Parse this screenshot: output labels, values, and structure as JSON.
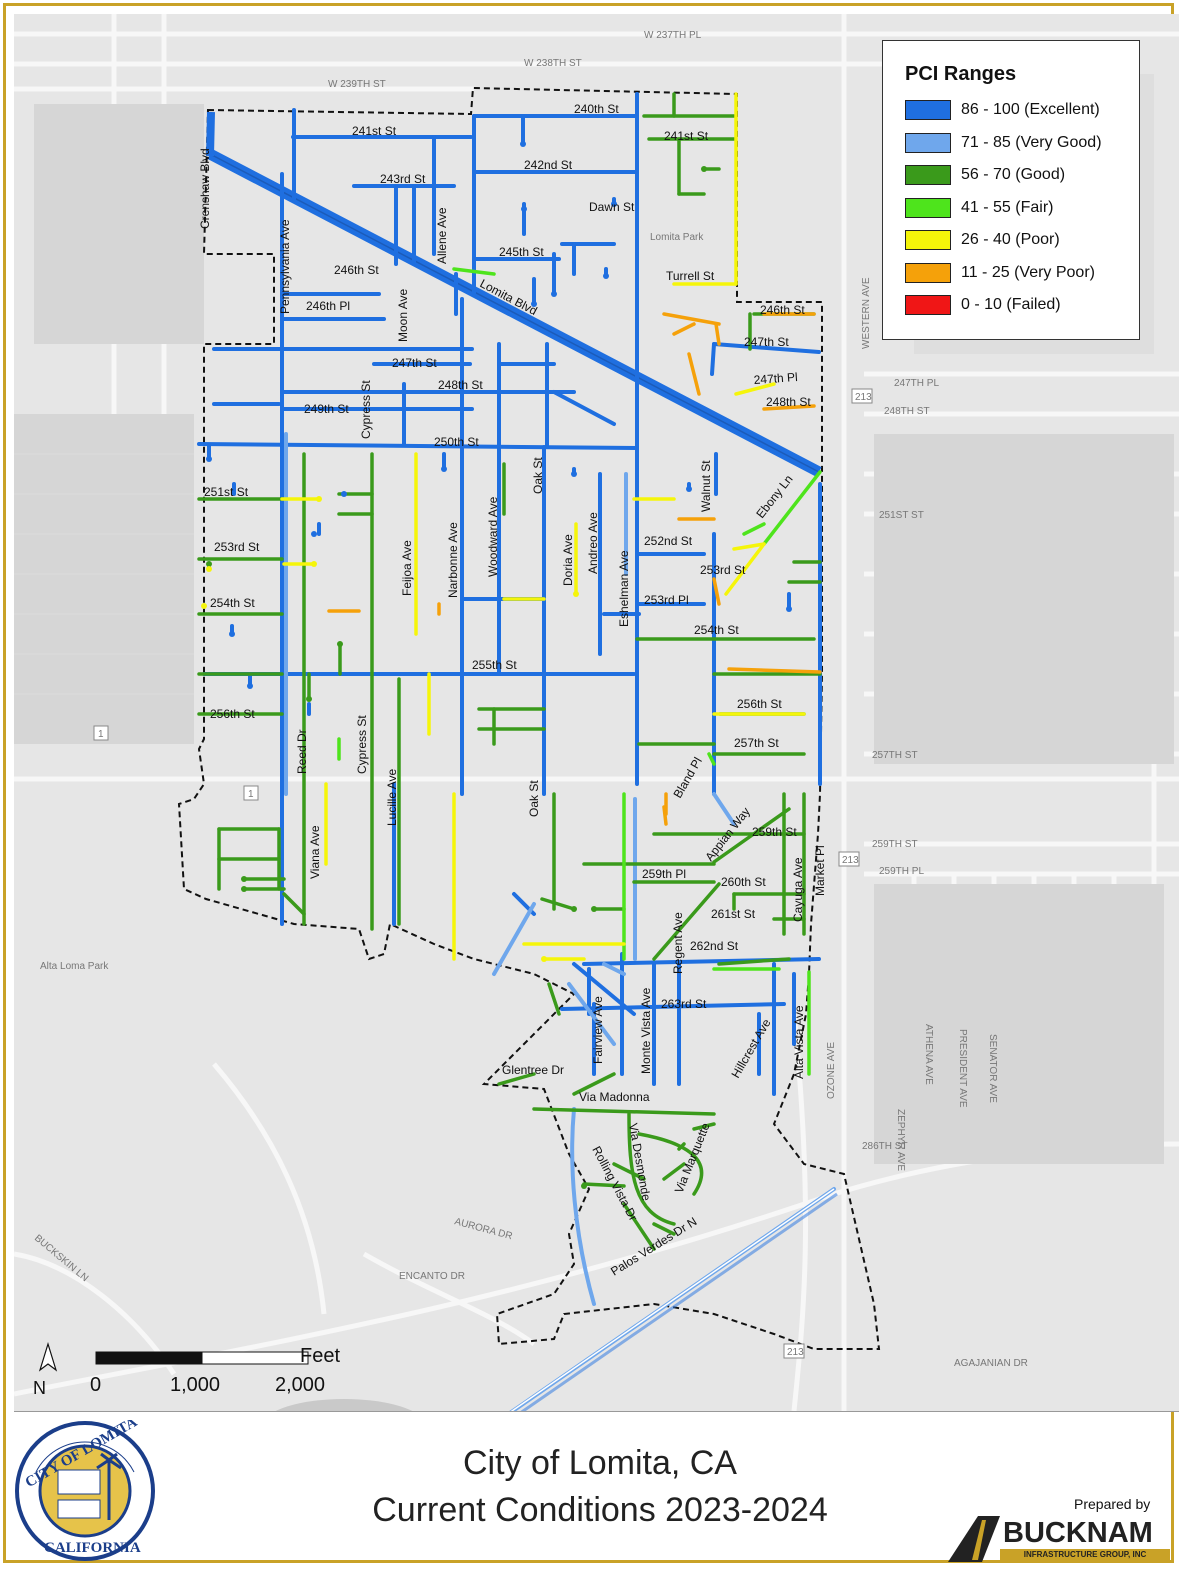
{
  "legend": {
    "title": "PCI Ranges",
    "items": [
      {
        "label": "86 - 100 (Excellent)",
        "color": "#1f6fe0"
      },
      {
        "label": "71 - 85 (Very Good)",
        "color": "#6fa7ec"
      },
      {
        "label": "56 - 70 (Good)",
        "color": "#3a9a1b"
      },
      {
        "label": "41 - 55 (Fair)",
        "color": "#4ee41c"
      },
      {
        "label": "26 - 40 (Poor)",
        "color": "#f5f50a"
      },
      {
        "label": "11 - 25 (Very Poor)",
        "color": "#f5a10a"
      },
      {
        "label": "0 - 10 (Failed)",
        "color": "#f01616"
      }
    ]
  },
  "scale": {
    "unit": "Feet",
    "ticks": [
      "0",
      "1,000",
      "2,000"
    ],
    "north": "N"
  },
  "footer": {
    "title_line1": "City of Lomita, CA",
    "title_line2": "Current Conditions 2023-2024",
    "prepared_by": "Prepared by",
    "company": "BUCKNAM",
    "company_sub": "INFRASTRUCTURE GROUP, INC",
    "seal_top": "CITY OF LOMITA",
    "seal_bottom": "CALIFORNIA"
  },
  "street_labels": {
    "s241": "241st St",
    "s240": "240th St",
    "s241e": "241st St",
    "s242": "242nd St",
    "s243": "243rd St",
    "dawn": "Dawn St",
    "s245": "245th St",
    "turrell": "Turrell St",
    "s246": "246th St",
    "s246pl": "246th Pl",
    "s246e": "246th St",
    "s247": "247th St",
    "s247e": "247th St",
    "s247pl": "247th Pl",
    "s248": "248th St",
    "s248e": "248th St",
    "s249": "249th St",
    "s250": "250th St",
    "s251": "251st St",
    "s252": "252nd St",
    "s253": "253rd St",
    "s253e": "253rd St",
    "s253pl": "253rd Pl",
    "s254": "254th St",
    "s254e": "254th St",
    "s255": "255th St",
    "s256": "256th St",
    "s256e": "256th St",
    "s257": "257th St",
    "s259": "259th St",
    "s259pl": "259th Pl",
    "s260": "260th St",
    "s261": "261st St",
    "s262": "262nd St",
    "s263": "263rd St",
    "lomita": "Lomita Blvd",
    "crenshaw": "Crenshaw Blvd",
    "penn": "Pennsylvania Ave",
    "moon": "Moon Ave",
    "allene": "Allene Ave",
    "cypress": "Cypress St",
    "cypress2": "Cypress St",
    "feijoa": "Feijoa Ave",
    "narbonne": "Narbonne Ave",
    "woodward": "Woodward Ave",
    "oak": "Oak St",
    "oak2": "Oak St",
    "doria": "Doria Ave",
    "andreo": "Andreo Ave",
    "eshelman": "Eshelman Ave",
    "walnut": "Walnut St",
    "ebony": "Ebony Ln",
    "reed": "Reed Dr",
    "lucille": "Lucille Ave",
    "viana": "Viana Ave",
    "bland": "Bland Pl",
    "appian": "Appian Way",
    "cayuga": "Cayuga Ave",
    "market": "Market Pl",
    "regent": "Regent Ave",
    "fairview": "Fairview Ave",
    "montevista": "Monte Vista Ave",
    "hillcrest": "Hillcrest Ave",
    "altavista": "Alta Vista Ave",
    "glentree": "Glentree Dr",
    "madonna": "Via Madonna",
    "desmond": "Via Desmonde",
    "marquette": "Via Marquette",
    "rolling": "Rolling Vista Dr",
    "pvdrn": "Palos Verdes Dr N",
    "lomitapark": "Lomita Park",
    "altaloma": "Alta Loma Park"
  },
  "bg_labels": {
    "w237": "W 237TH PL",
    "w238": "W 238TH ST",
    "w239": "W 239TH ST",
    "western": "WESTERN AVE",
    "e247": "247TH PL",
    "e248": "248TH ST",
    "e251": "251ST ST",
    "e257": "257TH ST",
    "e259": "259TH ST",
    "e259pl": "259TH PL",
    "s286": "286TH ST",
    "aurora": "AURORA DR",
    "encanto": "ENCANTO DR",
    "agajanian": "AGAJANIAN DR",
    "buckskin": "BUCKSKIN LN",
    "ozone": "OZONE AVE",
    "zephyr": "ZEPHYR AVE",
    "athena": "ATHENA AVE",
    "president": "PRESIDENT AVE",
    "senator": "SENATOR AVE",
    "rt213": "213",
    "rt1": "1"
  }
}
